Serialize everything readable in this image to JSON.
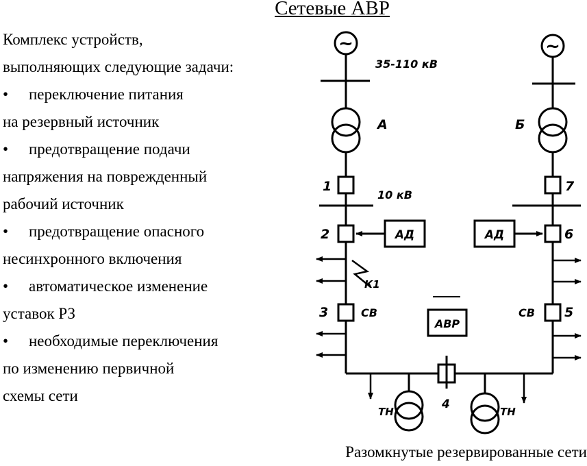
{
  "title": "Сетевые АВР",
  "intro_lines": [
    "Комплекс устройств,",
    "выполняющих следующие задачи:"
  ],
  "bullets": [
    {
      "bullet": "•",
      "lines": [
        "переключение питания",
        "на резервный источник"
      ]
    },
    {
      "bullet": "•",
      "lines": [
        "предотвращение подачи",
        "напряжения на поврежденный",
        "рабочий источник"
      ]
    },
    {
      "bullet": "•",
      "lines": [
        "предотвращение опасного",
        "несинхронного включения"
      ]
    },
    {
      "bullet": "•",
      "lines": [
        "автоматическое изменение",
        "уставок РЗ"
      ]
    },
    {
      "bullet": "•",
      "lines": [
        "необходимые переключения",
        "по изменению первичной",
        "схемы сети"
      ]
    }
  ],
  "caption": "Разомкнутые резервированные сети",
  "diagram": {
    "voltage_high": "35-110 кВ",
    "voltage_low": "10 кВ",
    "generator_symbol": "~",
    "source_a": "А",
    "source_b": "Б",
    "breakers": [
      "1",
      "2",
      "3",
      "4",
      "5",
      "6",
      "7"
    ],
    "sv_label": "СВ",
    "ad_label": "АД",
    "avr_label": "АВР",
    "fault_label": "К1",
    "tn_label": "ТН"
  }
}
